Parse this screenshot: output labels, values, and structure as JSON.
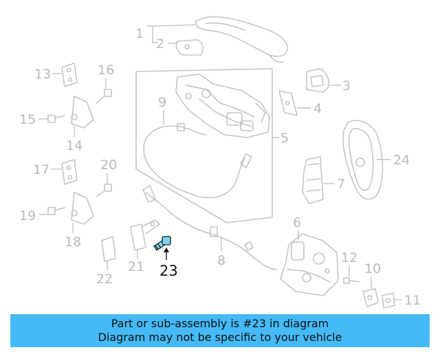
{
  "diagram": {
    "highlight_color": "#45baf7",
    "labels": {
      "l1": "1",
      "l2": "2",
      "l3": "3",
      "l4": "4",
      "l5": "5",
      "l6": "6",
      "l7": "7",
      "l8": "8",
      "l9": "9",
      "l10": "10",
      "l11": "11",
      "l12": "12",
      "l13": "13",
      "l14": "14",
      "l15": "15",
      "l16": "16",
      "l17": "17",
      "l18": "18",
      "l19": "19",
      "l20": "20",
      "l21": "21",
      "l22": "22",
      "l23": "23",
      "l24": "24"
    }
  },
  "banner": {
    "line1": "Part or sub-assembly is #23 in diagram",
    "line2": "Diagram may not be specific to your vehicle"
  }
}
